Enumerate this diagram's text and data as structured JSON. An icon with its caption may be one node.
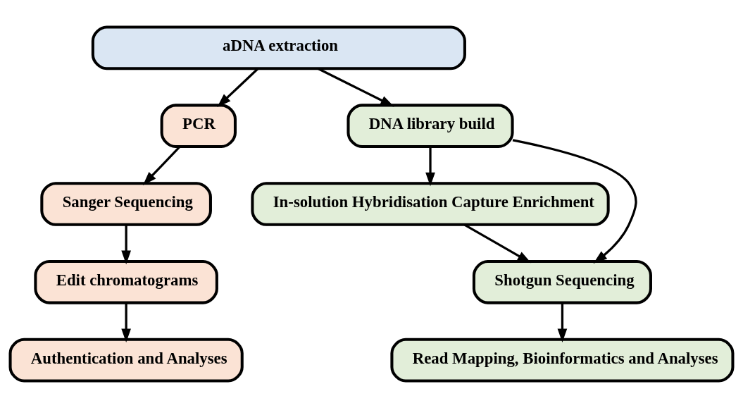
{
  "diagram": {
    "nodes": [
      {
        "text": [
          "aDNA extraction"
        ]
      },
      {
        "text": [
          "PCR"
        ]
      },
      {
        "text": [
          "DNA library build"
        ]
      },
      {
        "text": [
          "In-solution Hybridisation Capture Enrichment"
        ]
      },
      {
        "text": [
          "Sanger Sequencing"
        ]
      },
      {
        "text": [
          "Shotgun Sequencing"
        ]
      },
      {
        "text": [
          "Edit chromatograms"
        ]
      },
      {
        "text": [
          "Authentication and Analyses"
        ]
      },
      {
        "text": [
          "Read Mapping, Bioinformatics and Analyses"
        ]
      }
    ],
    "edges": [
      {
        "from": 0,
        "to": 1,
        "arrow": "to"
      },
      {
        "from": 0,
        "to": 2,
        "arrow": "to"
      },
      {
        "from": 1,
        "to": 4,
        "arrow": "to"
      },
      {
        "from": 4,
        "to": 6,
        "arrow": "to"
      },
      {
        "from": 6,
        "to": 7,
        "arrow": "to"
      },
      {
        "from": 2,
        "to": 5,
        "arrow": "to"
      },
      {
        "from": 2,
        "to": 3,
        "arrow": "to"
      },
      {
        "from": 3,
        "to": 5,
        "arrow": "to"
      },
      {
        "from": 5,
        "to": 8,
        "arrow": "to"
      }
    ]
  }
}
